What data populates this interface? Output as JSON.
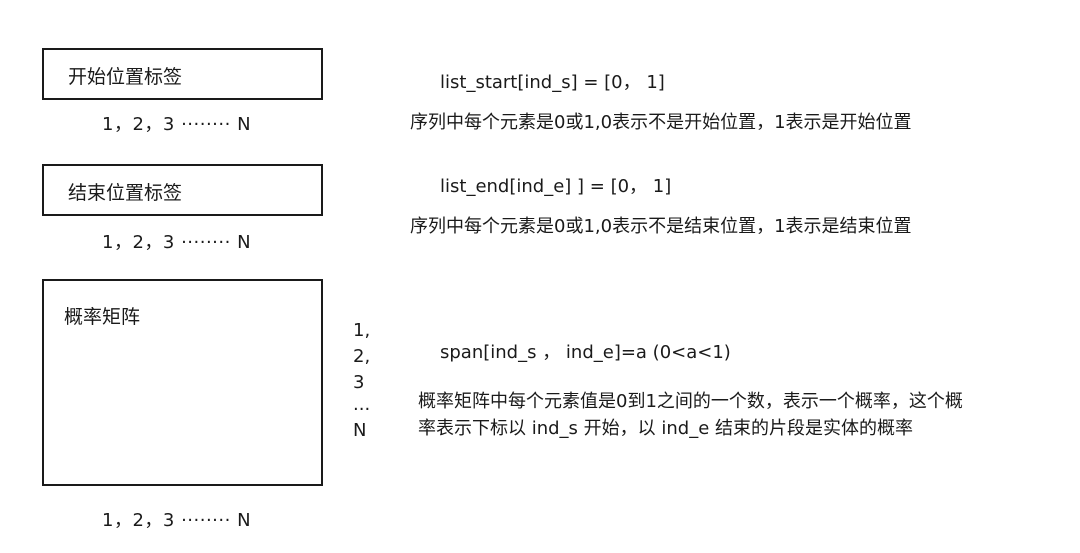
{
  "start_section": {
    "box_label": "开始位置标签",
    "axis": "1，2，3 ········ N",
    "formula": "list_start[ind_s] = [0， 1]",
    "description": "序列中每个元素是0或1,0表示不是开始位置，1表示是开始位置"
  },
  "end_section": {
    "box_label": "结束位置标签",
    "axis": "1，2，3 ········ N",
    "formula": "list_end[ind_e] ] = [0， 1]",
    "description": "序列中每个元素是0或1,0表示不是结束位置，1表示是结束位置"
  },
  "matrix_section": {
    "box_label": "概率矩阵",
    "axis_bottom": "1，2，3 ········ N",
    "axis_side": [
      "1,",
      "2,",
      "3",
      "...",
      "N"
    ],
    "formula": "span[ind_s ， ind_e]=a (0<a<1)",
    "description_line1": "概率矩阵中每个元素值是0到1之间的一个数，表示一个概率，这个概",
    "description_line2": "率表示下标以 ind_s 开始，以 ind_e 结束的片段是实体的概率"
  }
}
